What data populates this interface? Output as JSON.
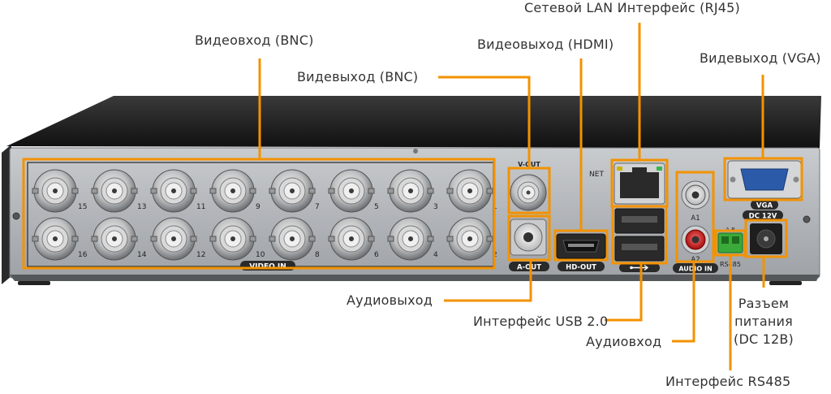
{
  "labels": {
    "video_in_bnc": "Видеовход (BNC)",
    "video_out_bnc": "Видевыход (BNC)",
    "video_out_hdmi": "Видеовыход (HDMI)",
    "lan": "Сетевой LAN Интерфейс (RJ45)",
    "video_out_vga": "Видевыход (VGA)",
    "audio_out": "Аудиовыход",
    "usb": "Интерфейс USB 2.0",
    "audio_in": "Аудиовход",
    "power_line1": "Разъем",
    "power_line2": "питания",
    "power_line3": "(DC 12В)",
    "rs485": "Интерфейс RS485"
  },
  "panel_text": {
    "video_in": "VIDEO IN",
    "v_out": "V-OUT",
    "a_out": "A-OUT",
    "hd_out": "HD-OUT",
    "net": "NET",
    "audio_in": "AUDIO IN",
    "a1": "A1",
    "a2": "A2",
    "vga": "VGA",
    "dc12v": "DC 12V",
    "rs485": "RS485",
    "ab": "A  B",
    "channels_top": [
      "15",
      "13",
      "11",
      "9",
      "7",
      "5",
      "3",
      "1"
    ],
    "channels_bottom": [
      "16",
      "14",
      "12",
      "10",
      "8",
      "6",
      "4",
      "2"
    ]
  },
  "colors": {
    "accent": "#f39200",
    "text": "#333333",
    "body_dark": "#1c1c1c",
    "panel": "#b9bcc0",
    "panel_dark": "#8e9296"
  }
}
